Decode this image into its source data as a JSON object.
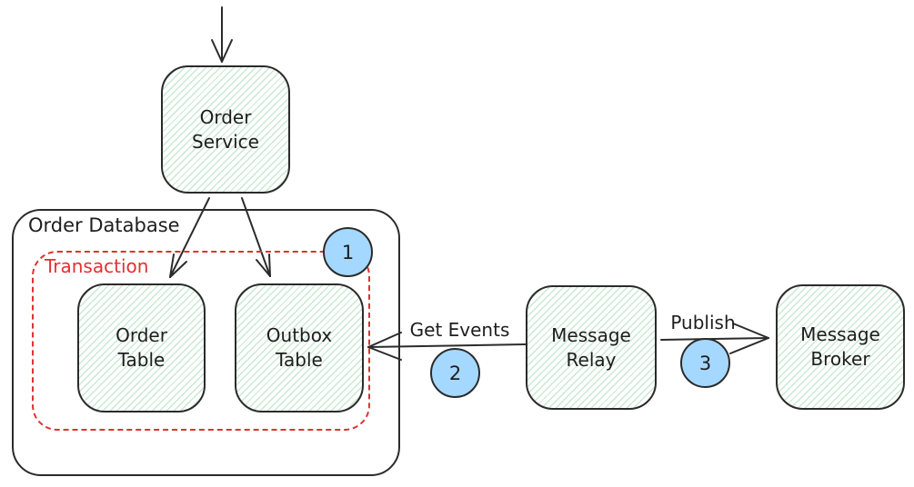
{
  "colors": {
    "stroke": "#2b2b2b",
    "node_hatch_green": "#c9e9d2",
    "badge_blue": "#a5d8ff",
    "transaction_red": "#e03131",
    "background": "#ffffff"
  },
  "nodes": {
    "order_service": {
      "label": "Order Service"
    },
    "order_table": {
      "label": "Order Table"
    },
    "outbox_table": {
      "label": "Outbox Table"
    },
    "message_relay": {
      "label": "Message Relay"
    },
    "message_broker": {
      "label": "Message Broker"
    }
  },
  "containers": {
    "order_database": {
      "label": "Order Database"
    },
    "transaction": {
      "label": "Transaction"
    }
  },
  "edges": {
    "get_events": {
      "label": "Get Events"
    },
    "publish": {
      "label": "Publish"
    }
  },
  "badges": {
    "step1": "1",
    "step2": "2",
    "step3": "3"
  }
}
